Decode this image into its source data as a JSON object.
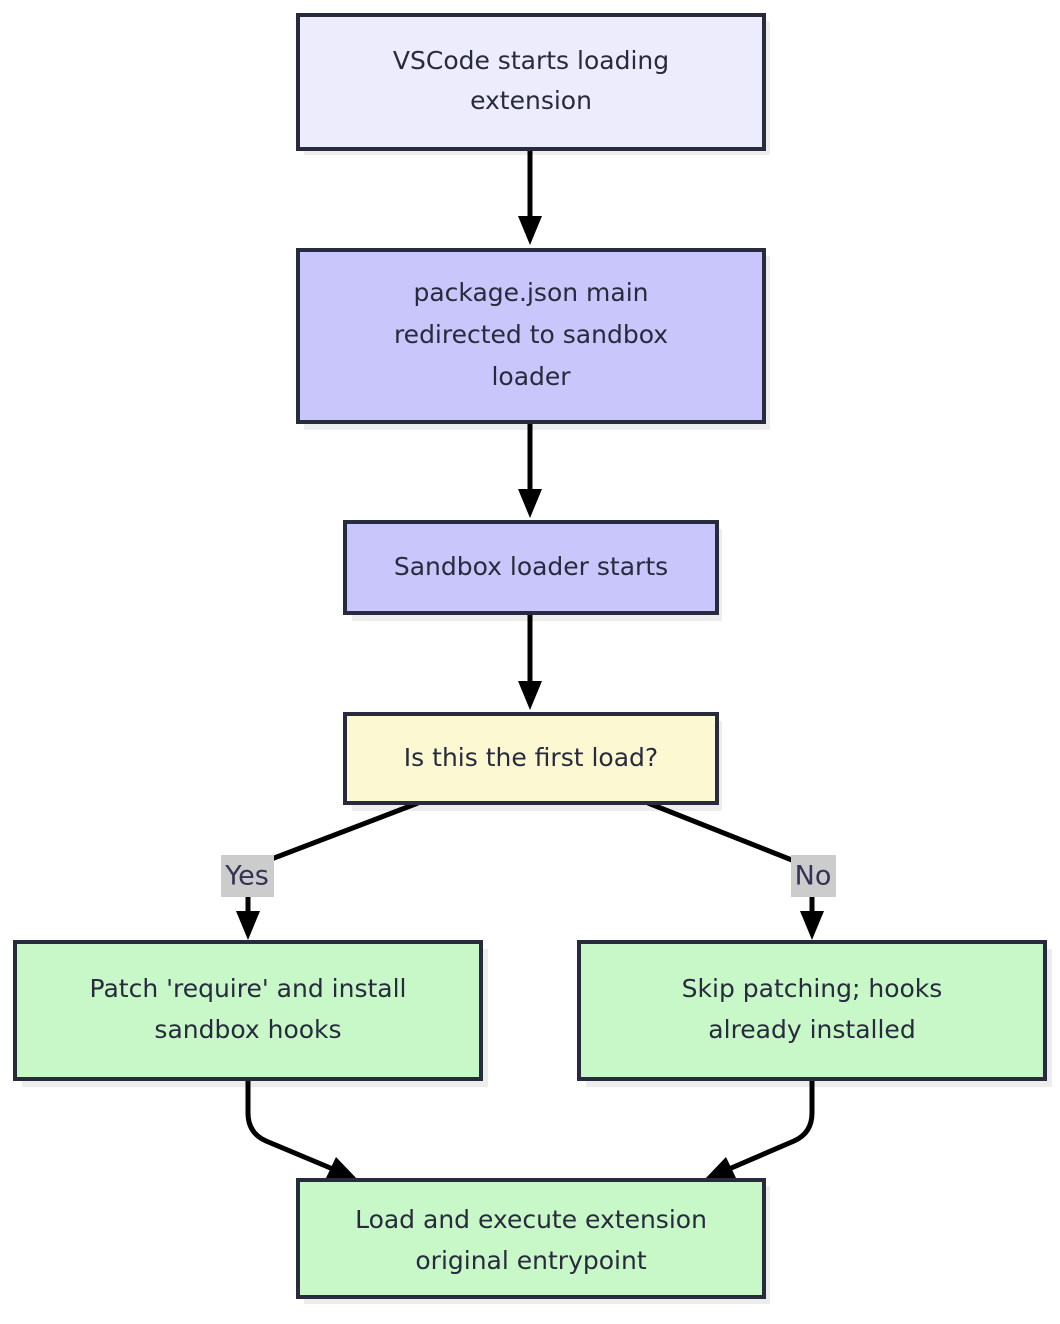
{
  "diagram": {
    "type": "flowchart",
    "direction": "top-down",
    "background_color": "#ffffff",
    "border_color": "#282a3d",
    "edge_color": "#000000",
    "shadow_color": "#ededed",
    "nodes": [
      {
        "id": "start",
        "label_lines": [
          "VSCode starts loading",
          "extension"
        ],
        "fill": "#ececfc",
        "shape": "rect"
      },
      {
        "id": "redirect",
        "label_lines": [
          "package.json main",
          "redirected to sandbox",
          "loader"
        ],
        "fill": "#c9c6fb",
        "shape": "rect"
      },
      {
        "id": "loader",
        "label_lines": [
          "Sandbox loader starts"
        ],
        "fill": "#c9c6fb",
        "shape": "rect"
      },
      {
        "id": "decision",
        "label_lines": [
          "Is this the first load?"
        ],
        "fill": "#fbf8d2",
        "shape": "rect"
      },
      {
        "id": "patch",
        "label_lines": [
          "Patch 'require' and install",
          "sandbox hooks"
        ],
        "fill": "#c8f8c8",
        "shape": "rect"
      },
      {
        "id": "skip",
        "label_lines": [
          "Skip patching; hooks",
          "already installed"
        ],
        "fill": "#c8f8c8",
        "shape": "rect"
      },
      {
        "id": "execute",
        "label_lines": [
          "Load and execute extension",
          "original entrypoint"
        ],
        "fill": "#c8f8c8",
        "shape": "rect"
      }
    ],
    "edges": [
      {
        "from": "start",
        "to": "redirect",
        "label": ""
      },
      {
        "from": "redirect",
        "to": "loader",
        "label": ""
      },
      {
        "from": "loader",
        "to": "decision",
        "label": ""
      },
      {
        "from": "decision",
        "to": "patch",
        "label": "Yes"
      },
      {
        "from": "decision",
        "to": "skip",
        "label": "No"
      },
      {
        "from": "patch",
        "to": "execute",
        "label": ""
      },
      {
        "from": "skip",
        "to": "execute",
        "label": ""
      }
    ],
    "edge_labels": {
      "yes": "Yes",
      "no": "No"
    }
  }
}
